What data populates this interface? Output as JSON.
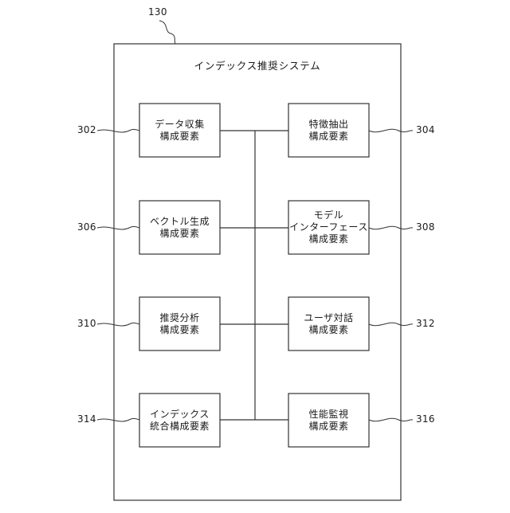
{
  "figure_ref": "130",
  "system_title": "インデックス推奨システム",
  "components": [
    {
      "ref": "302",
      "lines": [
        "データ収集",
        "構成要素"
      ]
    },
    {
      "ref": "304",
      "lines": [
        "特徴抽出",
        "構成要素"
      ]
    },
    {
      "ref": "306",
      "lines": [
        "ベクトル生成",
        "構成要素"
      ]
    },
    {
      "ref": "308",
      "lines": [
        "モデル",
        "インターフェース",
        "構成要素"
      ]
    },
    {
      "ref": "310",
      "lines": [
        "推奨分析",
        "構成要素"
      ]
    },
    {
      "ref": "312",
      "lines": [
        "ユーザ対話",
        "構成要素"
      ]
    },
    {
      "ref": "314",
      "lines": [
        "インデックス",
        "統合構成要素"
      ]
    },
    {
      "ref": "316",
      "lines": [
        "性能監視",
        "構成要素"
      ]
    }
  ]
}
